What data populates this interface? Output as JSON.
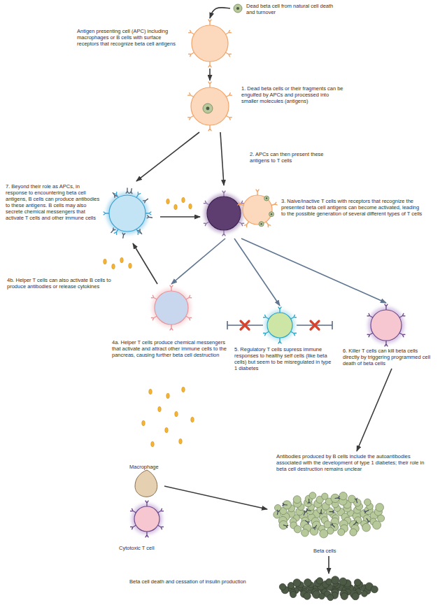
{
  "diagram": {
    "nodes": [
      {
        "text": [
          "Dead beta cell from natural cell death and turnover"
        ]
      },
      {
        "text": [
          "Antigen presenting cell (APC) including macrophages or B cells with surface receptors that recognize beta cell antigens"
        ]
      },
      {
        "text": [
          "1. Dead beta cells or their fragments can be engulfed by APCs and processed into smaller molecules (antigens)"
        ]
      },
      {
        "text": [
          "7. Beyond their role as APCs, in response to encountering beta cell antigens, B cells can produce antibodies to these antigens. B cells may also secrete chemical messengers that activate T cells and other immune cells"
        ]
      },
      {
        "text": [
          "3. Naive/inactive T cells with receptors that recognize the presented beta cell antigens can become activated, leading to the possible generation of several different types of T cells"
        ]
      },
      {
        "text": [
          "4a. Helper T cells produce chemical messengers that activate and attract other immune cells to the pancreas, causing further beta cell destruction"
        ]
      },
      {
        "text": [
          "5. Regulatory T cells supress immune responses to healthy self cells (like beta cells) but seem to be misregulated in type 1 diabetes"
        ]
      },
      {
        "text": [
          "6. Killer T cells can kill beta cells directly by triggering programmed cell death of beta cells"
        ]
      },
      {
        "text": [
          "Macrophage"
        ]
      },
      {
        "text": [
          "Cytotoxic T cell"
        ]
      },
      {
        "text": [
          "Antibodies produced by B cells include the autoantibodies associated with the development of type 1 diabetes; their role in beta cell destruction remains unclear",
          "Beta cells"
        ]
      },
      {
        "text": [
          "Beta cell death and cessation of insulin production"
        ]
      }
    ],
    "edges": [
      {
        "from": 0,
        "to": 1,
        "arrow": "to"
      },
      {
        "from": 1,
        "to": 2,
        "arrow": "to"
      },
      {
        "from": 2,
        "to": 3,
        "arrow": "to"
      },
      {
        "from": 2,
        "to": 4,
        "label": "2. APCs can then present these antigens to T cells",
        "arrow": "to"
      },
      {
        "from": 3,
        "to": 4,
        "arrow": "to"
      },
      {
        "from": 4,
        "to": 5,
        "arrow": "to"
      },
      {
        "from": 4,
        "to": 6,
        "arrow": "to"
      },
      {
        "from": 4,
        "to": 7,
        "arrow": "to"
      },
      {
        "from": 5,
        "to": 3,
        "label": "4b. Helper T cells can also activate B cells to produce antibodies or release cytokines",
        "arrow": "to"
      },
      {
        "from": 7,
        "to": 10,
        "arrow": "to"
      },
      {
        "from": 8,
        "to": 10,
        "arrow": "to"
      },
      {
        "from": 10,
        "to": 11,
        "arrow": "to"
      }
    ]
  }
}
